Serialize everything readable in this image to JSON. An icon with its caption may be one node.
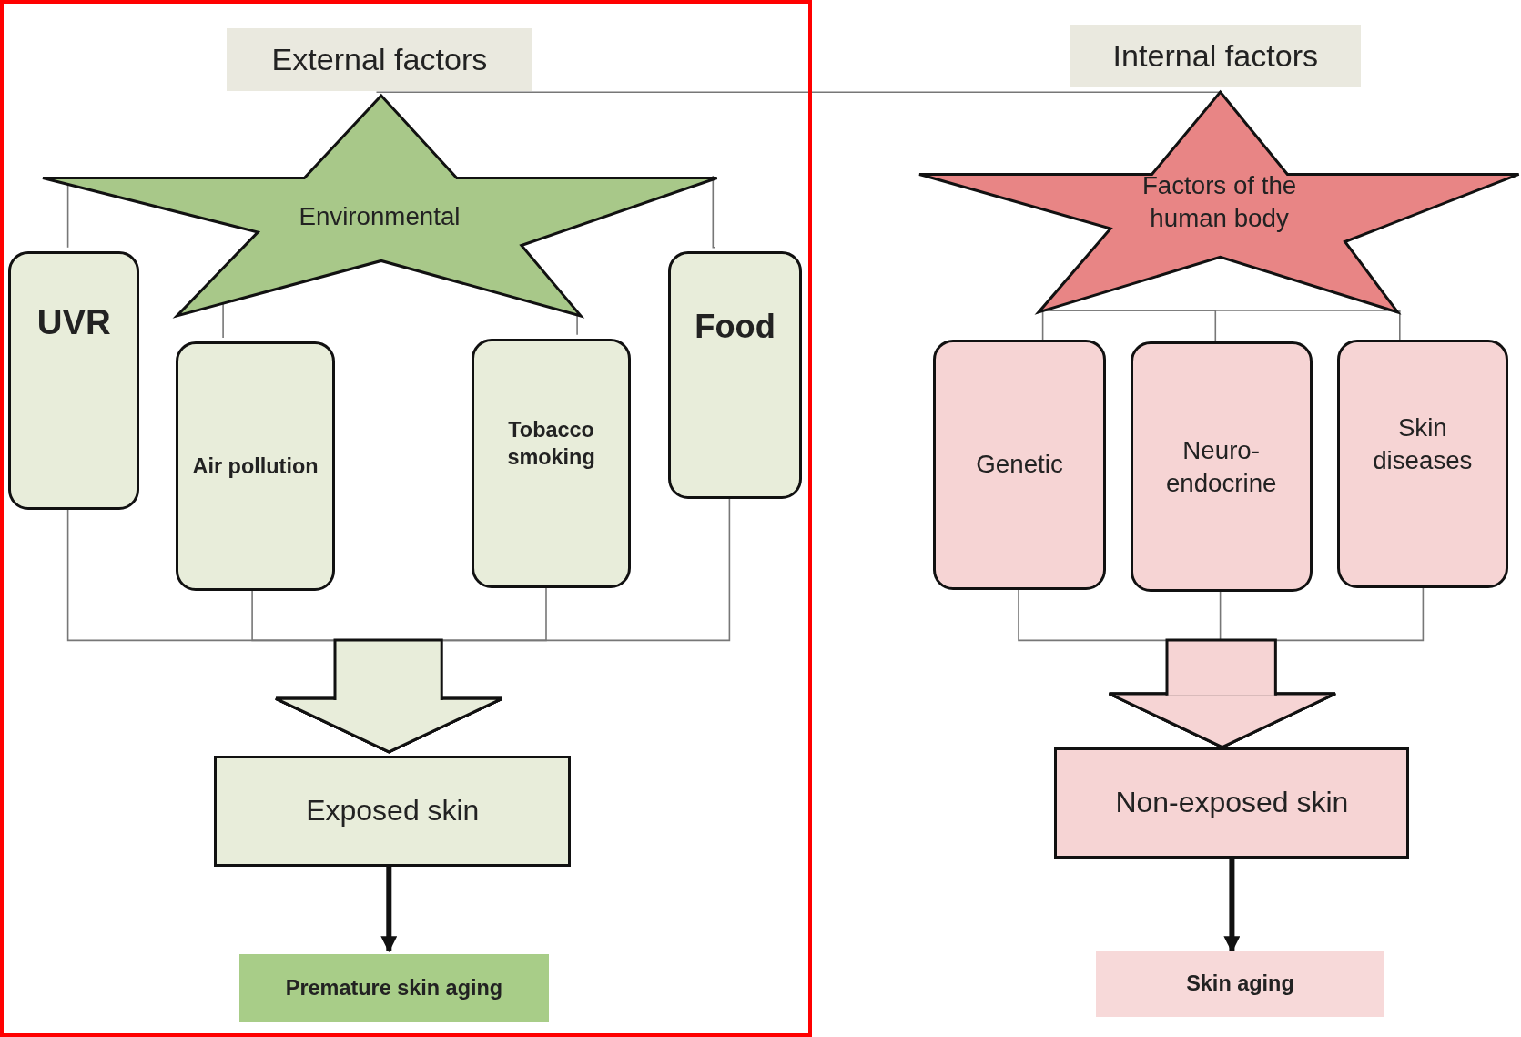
{
  "diagram": {
    "nodes": [
      {
        "text": [],
        "shape": "box"
      },
      {
        "text": [
          "External factors"
        ],
        "in": 0
      },
      {
        "text": [
          "Environmental"
        ],
        "in": 0
      },
      {
        "text": [
          "UVR"
        ],
        "in": 0
      },
      {
        "text": [
          "Air pollution"
        ],
        "in": 0
      },
      {
        "text": [
          "Tobacco smoking"
        ],
        "in": 0
      },
      {
        "text": [
          "Food"
        ],
        "in": 0
      },
      {
        "text": [
          "Exposed skin"
        ],
        "in": 0
      },
      {
        "text": [
          "Premature skin aging"
        ],
        "in": 0
      },
      {
        "text": [
          "Internal factors"
        ]
      },
      {
        "text": [
          "Factors of the human body"
        ]
      },
      {
        "text": [
          "Genetic"
        ]
      },
      {
        "text": [
          "Neuro- endocrine"
        ]
      },
      {
        "text": [
          "Skin diseases"
        ]
      },
      {
        "text": [
          "Non-exposed skin"
        ]
      },
      {
        "text": [
          "Skin aging"
        ]
      }
    ],
    "edges": [
      {
        "from": 2,
        "to": 10,
        "arrow": "none"
      },
      {
        "from": 2,
        "to": 3,
        "arrow": "none"
      },
      {
        "from": 2,
        "to": 4,
        "arrow": "none"
      },
      {
        "from": 2,
        "to": 5,
        "arrow": "none"
      },
      {
        "from": 2,
        "to": 6,
        "arrow": "none"
      },
      {
        "from": 3,
        "to": 7,
        "arrow": "to"
      },
      {
        "from": 4,
        "to": 7,
        "arrow": "to"
      },
      {
        "from": 5,
        "to": 7,
        "arrow": "to"
      },
      {
        "from": 6,
        "to": 7,
        "arrow": "to"
      },
      {
        "from": 7,
        "to": 8,
        "arrow": "to",
        "style": "thick",
        "color": "#111111"
      },
      {
        "from": 10,
        "to": 11,
        "arrow": "none"
      },
      {
        "from": 10,
        "to": 12,
        "arrow": "none"
      },
      {
        "from": 10,
        "to": 13,
        "arrow": "none"
      },
      {
        "from": 11,
        "to": 14,
        "arrow": "to"
      },
      {
        "from": 12,
        "to": 14,
        "arrow": "to"
      },
      {
        "from": 13,
        "to": 14,
        "arrow": "to"
      },
      {
        "from": 14,
        "to": 15,
        "arrow": "to",
        "style": "thick",
        "color": "#111111"
      }
    ]
  }
}
